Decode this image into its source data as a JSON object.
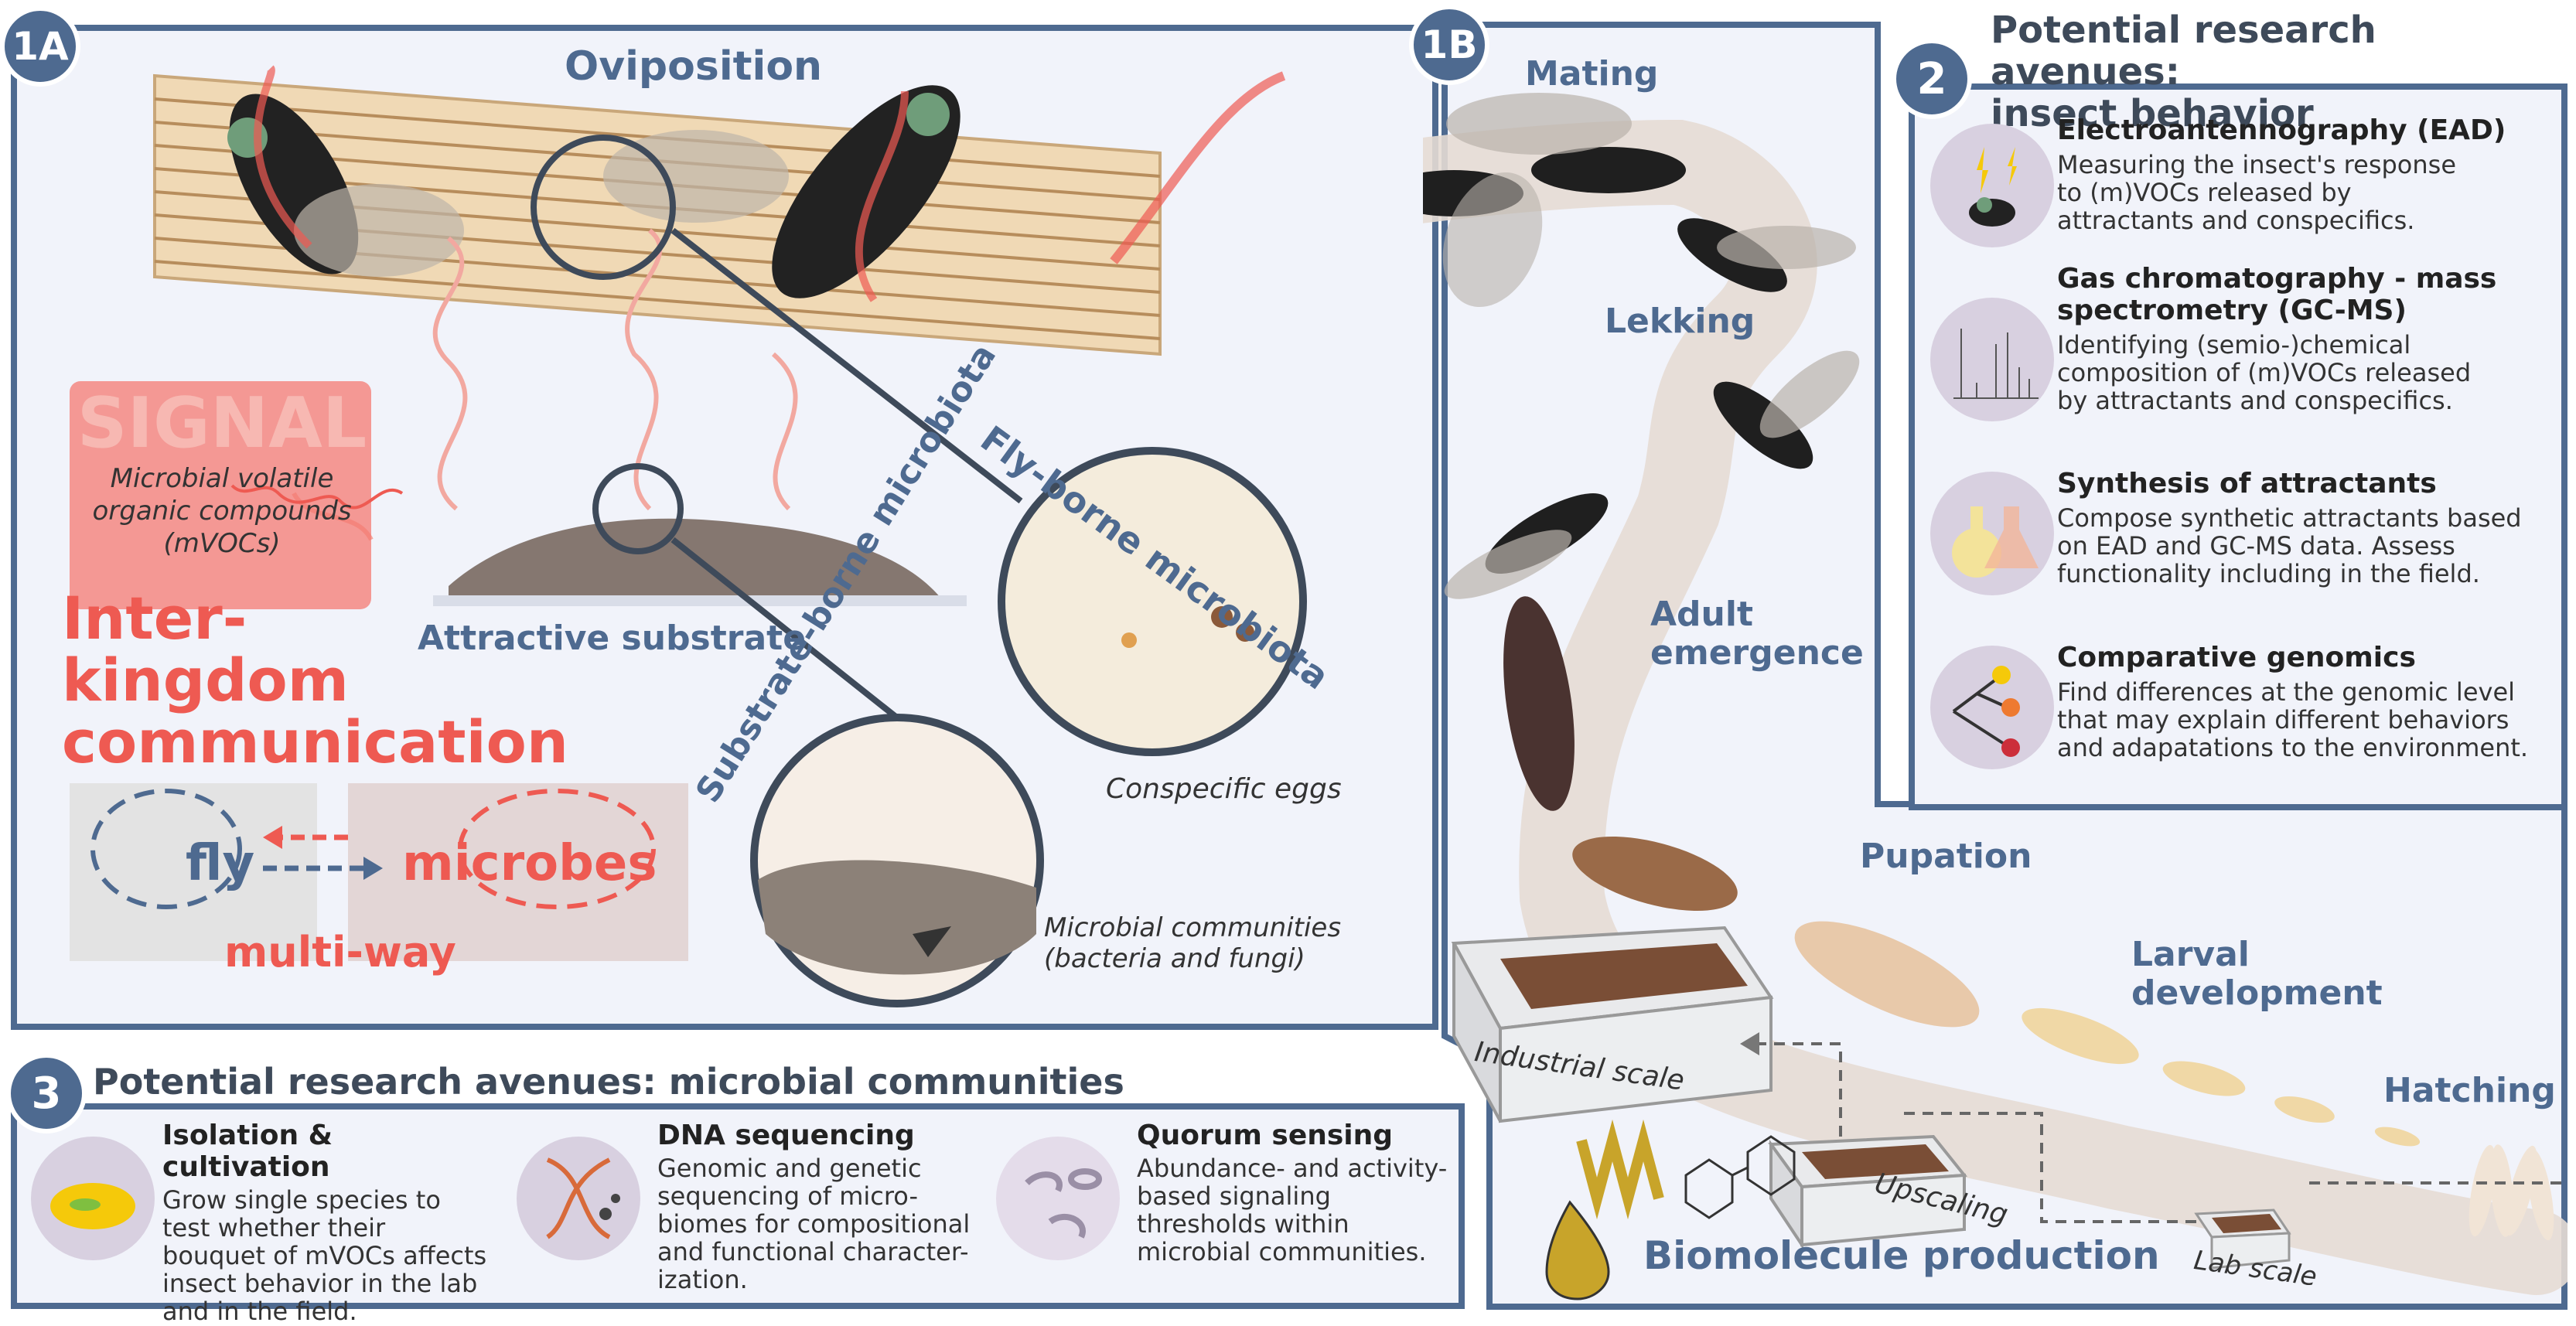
{
  "panel_1a": {
    "badge": "1A",
    "oviposition": "Oviposition",
    "signal_title": "SIGNAL",
    "signal_sub": [
      "Microbial volatile",
      "organic compounds",
      "(mVOCs)"
    ],
    "inter_kingdom": [
      "Inter-",
      "kingdom",
      "communication"
    ],
    "fly": "fly",
    "microbes": "microbes",
    "multi_way": "multi-way",
    "attractive_substrate": "Attractive substrate",
    "fly_borne": "Fly-borne microbiota",
    "substrate_borne": "Substrate-borne microbiota",
    "conspecific_eggs": "Conspecific eggs",
    "microbial_communities": [
      "Microbial communities",
      "(bacteria and fungi)"
    ]
  },
  "panel_1b": {
    "badge": "1B",
    "stages": {
      "mating": "Mating",
      "lekking": "Lekking",
      "adult_emergence": [
        "Adult",
        "emergence"
      ],
      "pupation": "Pupation",
      "larval_development": [
        "Larval",
        "development"
      ],
      "hatching": "Hatching"
    },
    "industrial_scale": "Industrial scale",
    "upscaling": "Upscaling",
    "lab_scale": "Lab scale",
    "biomolecule_production": "Biomolecule production"
  },
  "panel_2": {
    "badge": "2",
    "title": [
      "Potential research avenues:",
      "insect behavior"
    ],
    "items": [
      {
        "title": [
          "Electroantennography (EAD)"
        ],
        "body": [
          "Measuring the insect's response",
          "to (m)VOCs released by",
          "attractants and conspecifics."
        ]
      },
      {
        "title": [
          "Gas chromatography - mass",
          "spectrometry (GC-MS)"
        ],
        "body": [
          "Identifying (semio-)chemical",
          "composition of (m)VOCs released",
          "by attractants and conspecifics."
        ]
      },
      {
        "title": [
          "Synthesis of attractants"
        ],
        "body": [
          "Compose synthetic attractants based",
          "on EAD and GC-MS data. Assess",
          "functionality including in the field."
        ]
      },
      {
        "title": [
          "Comparative genomics"
        ],
        "body": [
          "Find differences at the genomic level",
          "that may explain different behaviors",
          "and adapatations to the environment."
        ]
      }
    ]
  },
  "panel_3": {
    "badge": "3",
    "title": "Potential research avenues: microbial communities",
    "items": [
      {
        "title": "Isolation & cultivation",
        "body": [
          "Grow single species to",
          "test whether their",
          "bouquet of mVOCs affects",
          "insect behavior in the lab",
          "and in the field."
        ]
      },
      {
        "title": "DNA sequencing",
        "body": [
          "Genomic and genetic",
          "sequencing of micro-",
          "biomes for compositional",
          "and functional character-",
          "ization."
        ]
      },
      {
        "title": "Quorum sensing",
        "body": [
          "Abundance- and activity-",
          "based signaling",
          "thresholds within",
          "microbial communities."
        ]
      }
    ]
  },
  "colors": {
    "panel_border": "#4e6a90",
    "accent_red": "#ee5a52",
    "panel_bg": "#f1f3fa"
  }
}
